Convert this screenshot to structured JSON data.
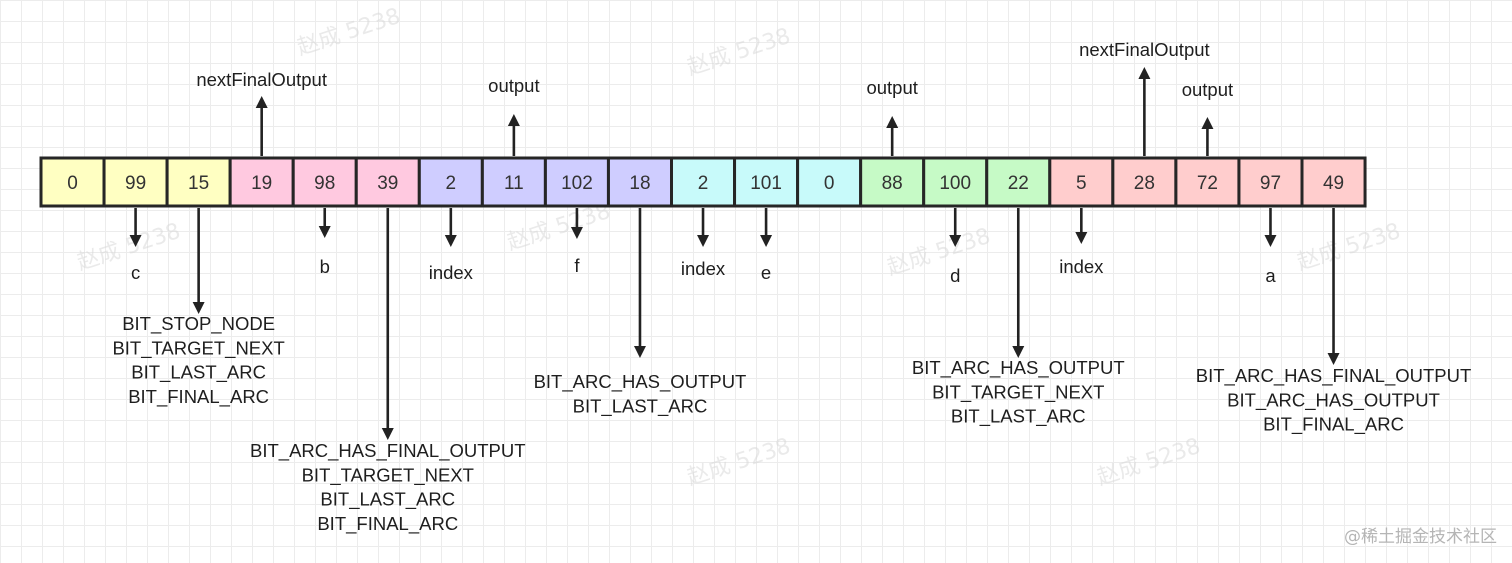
{
  "array": {
    "cells": [
      {
        "value": "0",
        "color": "#ffffc2"
      },
      {
        "value": "99",
        "color": "#ffffc2"
      },
      {
        "value": "15",
        "color": "#ffffc2"
      },
      {
        "value": "19",
        "color": "#ffc9e0"
      },
      {
        "value": "98",
        "color": "#ffc9e0"
      },
      {
        "value": "39",
        "color": "#ffc9e0"
      },
      {
        "value": "2",
        "color": "#cfcdff"
      },
      {
        "value": "11",
        "color": "#cfcdff"
      },
      {
        "value": "102",
        "color": "#cfcdff"
      },
      {
        "value": "18",
        "color": "#cfcdff"
      },
      {
        "value": "2",
        "color": "#c8fafa"
      },
      {
        "value": "101",
        "color": "#c8fafa"
      },
      {
        "value": "0",
        "color": "#c8fafa"
      },
      {
        "value": "88",
        "color": "#c6fac6"
      },
      {
        "value": "100",
        "color": "#c6fac6"
      },
      {
        "value": "22",
        "color": "#c6fac6"
      },
      {
        "value": "5",
        "color": "#ffcdcd"
      },
      {
        "value": "28",
        "color": "#ffcdcd"
      },
      {
        "value": "72",
        "color": "#ffcdcd"
      },
      {
        "value": "97",
        "color": "#ffcdcd"
      },
      {
        "value": "49",
        "color": "#ffcdcd"
      }
    ]
  },
  "labels_above": [
    {
      "cell": 3,
      "text": "nextFinalOutput"
    },
    {
      "cell": 7,
      "text": "output"
    },
    {
      "cell": 13,
      "text": "output"
    },
    {
      "cell": 17,
      "text": "nextFinalOutput"
    },
    {
      "cell": 18,
      "text": "output"
    }
  ],
  "labels_below": [
    {
      "cell": 1,
      "lines": [
        "c"
      ]
    },
    {
      "cell": 2,
      "lines": [
        "BIT_STOP_NODE",
        "BIT_TARGET_NEXT",
        "BIT_LAST_ARC",
        "BIT_FINAL_ARC"
      ]
    },
    {
      "cell": 4,
      "lines": [
        "b"
      ]
    },
    {
      "cell": 5,
      "lines": [
        "BIT_ARC_HAS_FINAL_OUTPUT",
        "BIT_TARGET_NEXT",
        "BIT_LAST_ARC",
        "BIT_FINAL_ARC"
      ]
    },
    {
      "cell": 6,
      "lines": [
        "index"
      ]
    },
    {
      "cell": 8,
      "lines": [
        "f"
      ]
    },
    {
      "cell": 9,
      "lines": [
        "BIT_ARC_HAS_OUTPUT",
        "BIT_LAST_ARC"
      ]
    },
    {
      "cell": 10,
      "lines": [
        "index"
      ]
    },
    {
      "cell": 11,
      "lines": [
        "e"
      ]
    },
    {
      "cell": 14,
      "lines": [
        "d"
      ]
    },
    {
      "cell": 15,
      "lines": [
        "BIT_ARC_HAS_OUTPUT",
        "BIT_TARGET_NEXT",
        "BIT_LAST_ARC"
      ]
    },
    {
      "cell": 16,
      "lines": [
        "index"
      ]
    },
    {
      "cell": 19,
      "lines": [
        "a"
      ]
    },
    {
      "cell": 20,
      "lines": [
        "BIT_ARC_HAS_FINAL_OUTPUT",
        "BIT_ARC_HAS_OUTPUT",
        "BIT_FINAL_ARC"
      ]
    }
  ],
  "watermark": "赵成 5238",
  "credit": "@稀土掘金技术社区"
}
